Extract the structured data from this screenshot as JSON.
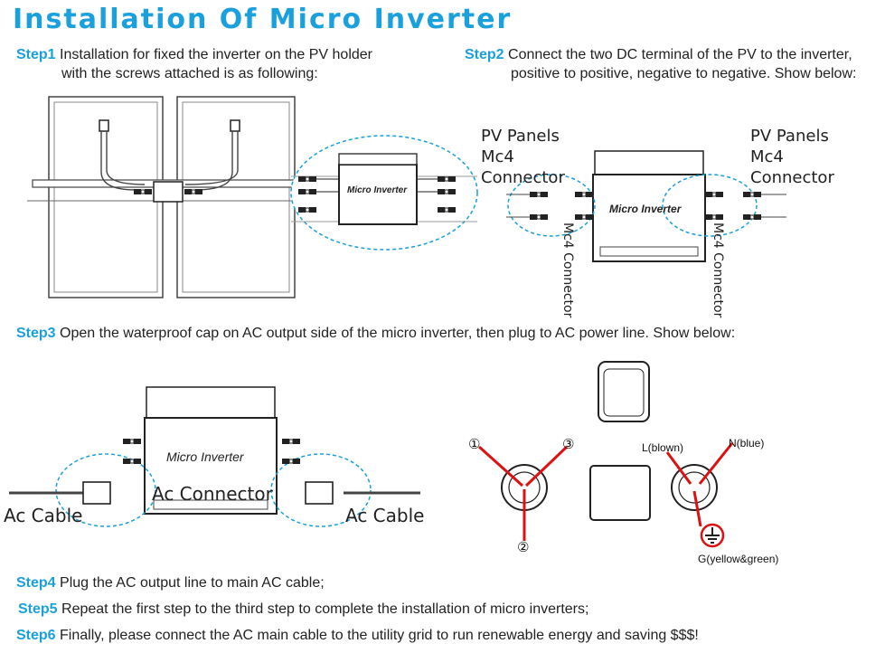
{
  "title": "Installation Of Micro Inverter",
  "steps": {
    "s1": {
      "no": "Step1",
      "line1": "Installation for fixed the inverter on the PV holder",
      "line2": "with the screws attached is as following:"
    },
    "s2": {
      "no": "Step2",
      "line1": "Connect the two DC terminal of the PV to the inverter,",
      "line2": "positive to positive, negative to negative. Show below:"
    },
    "s3": {
      "no": "Step3",
      "text": "Open the waterproof cap on AC output side of the micro inverter, then plug to AC power line. Show below:"
    },
    "s4": {
      "no": "Step4",
      "text": "Plug the AC output line to main AC cable;"
    },
    "s5": {
      "no": "Step5",
      "text": "Repeat the first step to the third step to complete the installation of micro inverters;"
    },
    "s6": {
      "no": "Step6",
      "text": "Finally, please connect the AC main cable to the utility grid  to run renewable energy and saving $$$!"
    }
  },
  "labels": {
    "inverter": "Micro Inverter",
    "pv_left": [
      "PV Panels",
      "Mc4",
      "Connector"
    ],
    "pv_right": [
      "PV Panels",
      "Mc4",
      "Connector"
    ],
    "mc4_vertical": "Mc4 Connector",
    "ac_connector": "Ac Connector",
    "ac_cable": "Ac Cable",
    "pin1": "①",
    "pin2": "②",
    "pin3": "③",
    "live": "L(blown)",
    "neutral": "N(blue)",
    "ground": "G(yellow&green)"
  }
}
